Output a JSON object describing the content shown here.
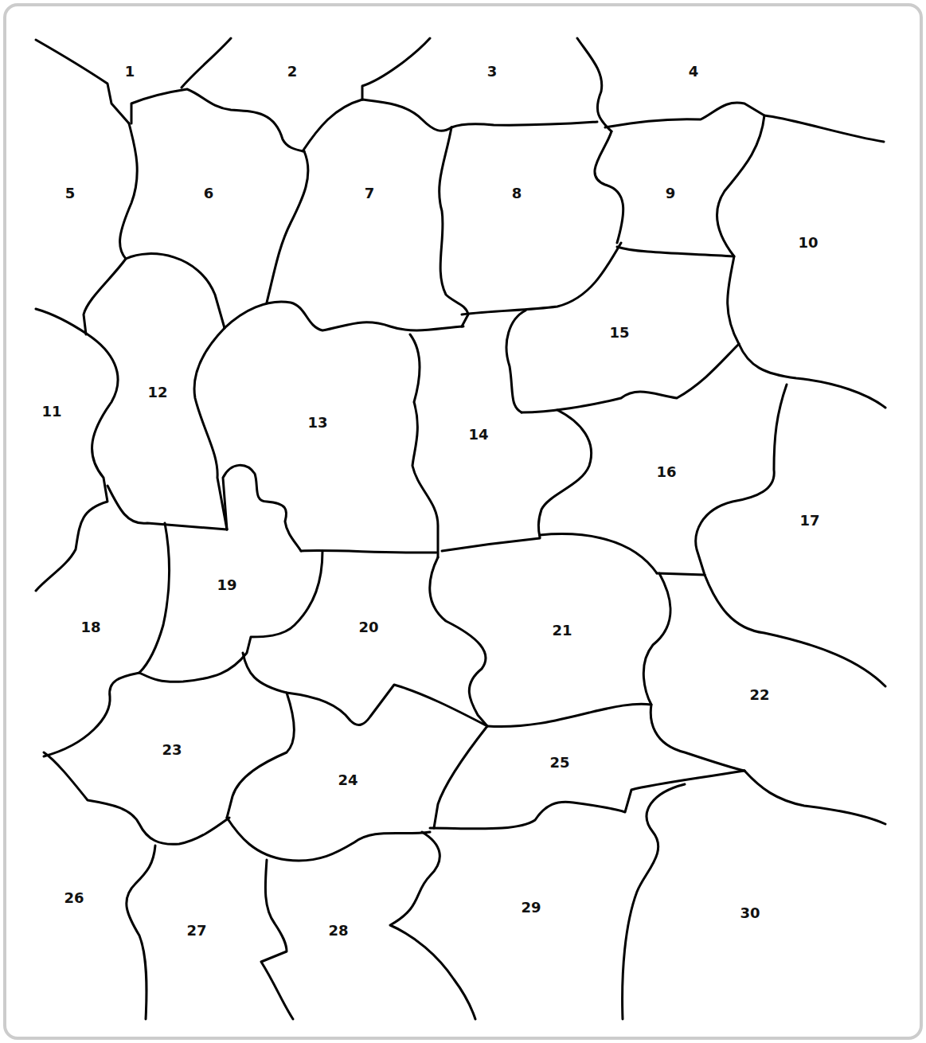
{
  "diagram": {
    "labels": [
      "1",
      "2",
      "3",
      "4",
      "5",
      "6",
      "7",
      "8",
      "9",
      "10",
      "11",
      "12",
      "13",
      "14",
      "15",
      "16",
      "17",
      "18",
      "19",
      "20",
      "21",
      "22",
      "23",
      "24",
      "25",
      "26",
      "27",
      "28",
      "29",
      "30"
    ]
  }
}
